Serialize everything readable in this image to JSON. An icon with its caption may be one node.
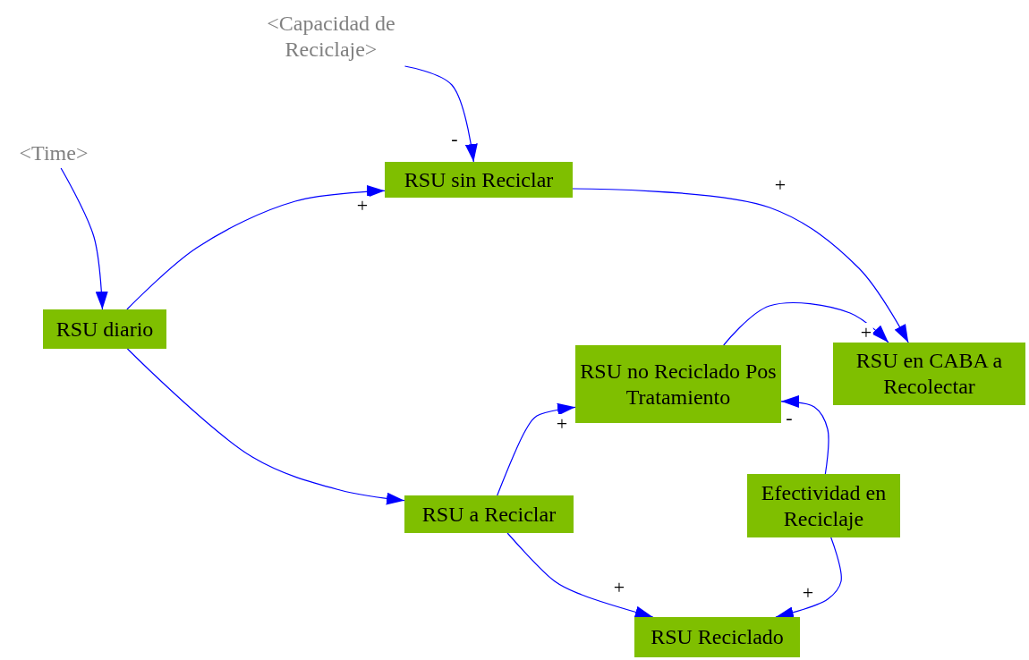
{
  "diagram": {
    "nodes": [
      {
        "text": [
          "<Capacidad de Reciclaje>"
        ]
      },
      {
        "text": [
          "<Time>"
        ]
      },
      {
        "text": [
          "RSU sin Reciclar"
        ]
      },
      {
        "text": [
          "RSU diario"
        ]
      },
      {
        "text": [
          "RSU no Reciclado Pos Tratamiento"
        ]
      },
      {
        "text": [
          "RSU en CABA a Recolectar"
        ]
      },
      {
        "text": [
          "RSU a Reciclar"
        ]
      },
      {
        "text": [
          "Efectividad en Reciclaje"
        ]
      },
      {
        "text": [
          "RSU Reciclado"
        ]
      }
    ],
    "edges": [
      {
        "from": 0,
        "to": 2,
        "arrow": "to",
        "label": "-"
      },
      {
        "from": 1,
        "to": 3,
        "arrow": "to"
      },
      {
        "from": 3,
        "to": 2,
        "arrow": "to",
        "label": "+"
      },
      {
        "from": 3,
        "to": 6,
        "arrow": "to"
      },
      {
        "from": 2,
        "to": 5,
        "arrow": "to",
        "label": "+"
      },
      {
        "from": 4,
        "to": 5,
        "arrow": "to",
        "label": "+"
      },
      {
        "from": 6,
        "to": 4,
        "arrow": "to",
        "label": "+"
      },
      {
        "from": 7,
        "to": 4,
        "arrow": "to",
        "label": "-"
      },
      {
        "from": 6,
        "to": 8,
        "arrow": "to",
        "label": "+"
      },
      {
        "from": 7,
        "to": 8,
        "arrow": "to",
        "label": "+"
      }
    ]
  }
}
